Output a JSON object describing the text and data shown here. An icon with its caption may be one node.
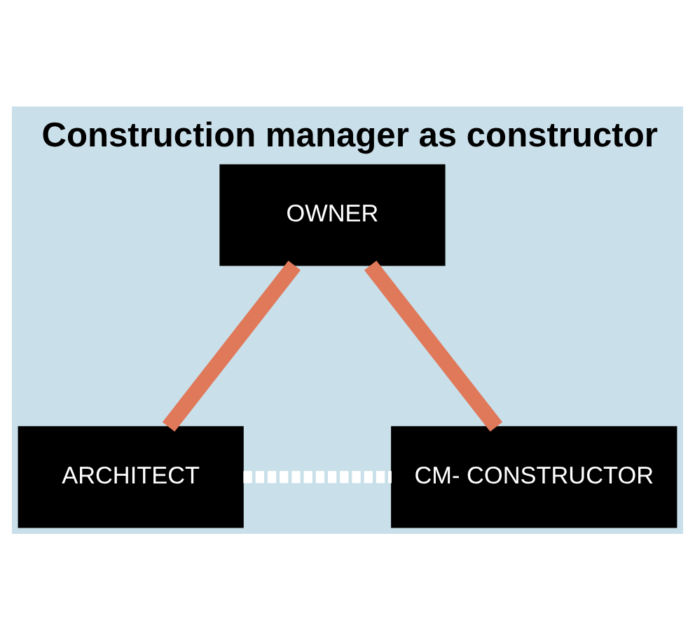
{
  "diagram": {
    "title": "Construction manager as constructor",
    "nodes": [
      {
        "text": [
          "OWNER"
        ]
      },
      {
        "text": [
          "ARCHITECT"
        ]
      },
      {
        "text": [
          "CM- CONSTRUCTOR"
        ]
      }
    ],
    "edges": [
      {
        "from": 0,
        "to": 1,
        "arrow": "none"
      },
      {
        "from": 0,
        "to": 2,
        "arrow": "none"
      },
      {
        "from": 1,
        "to": 2,
        "arrow": "none",
        "style": "dashed",
        "color": "#ffffff"
      }
    ]
  }
}
